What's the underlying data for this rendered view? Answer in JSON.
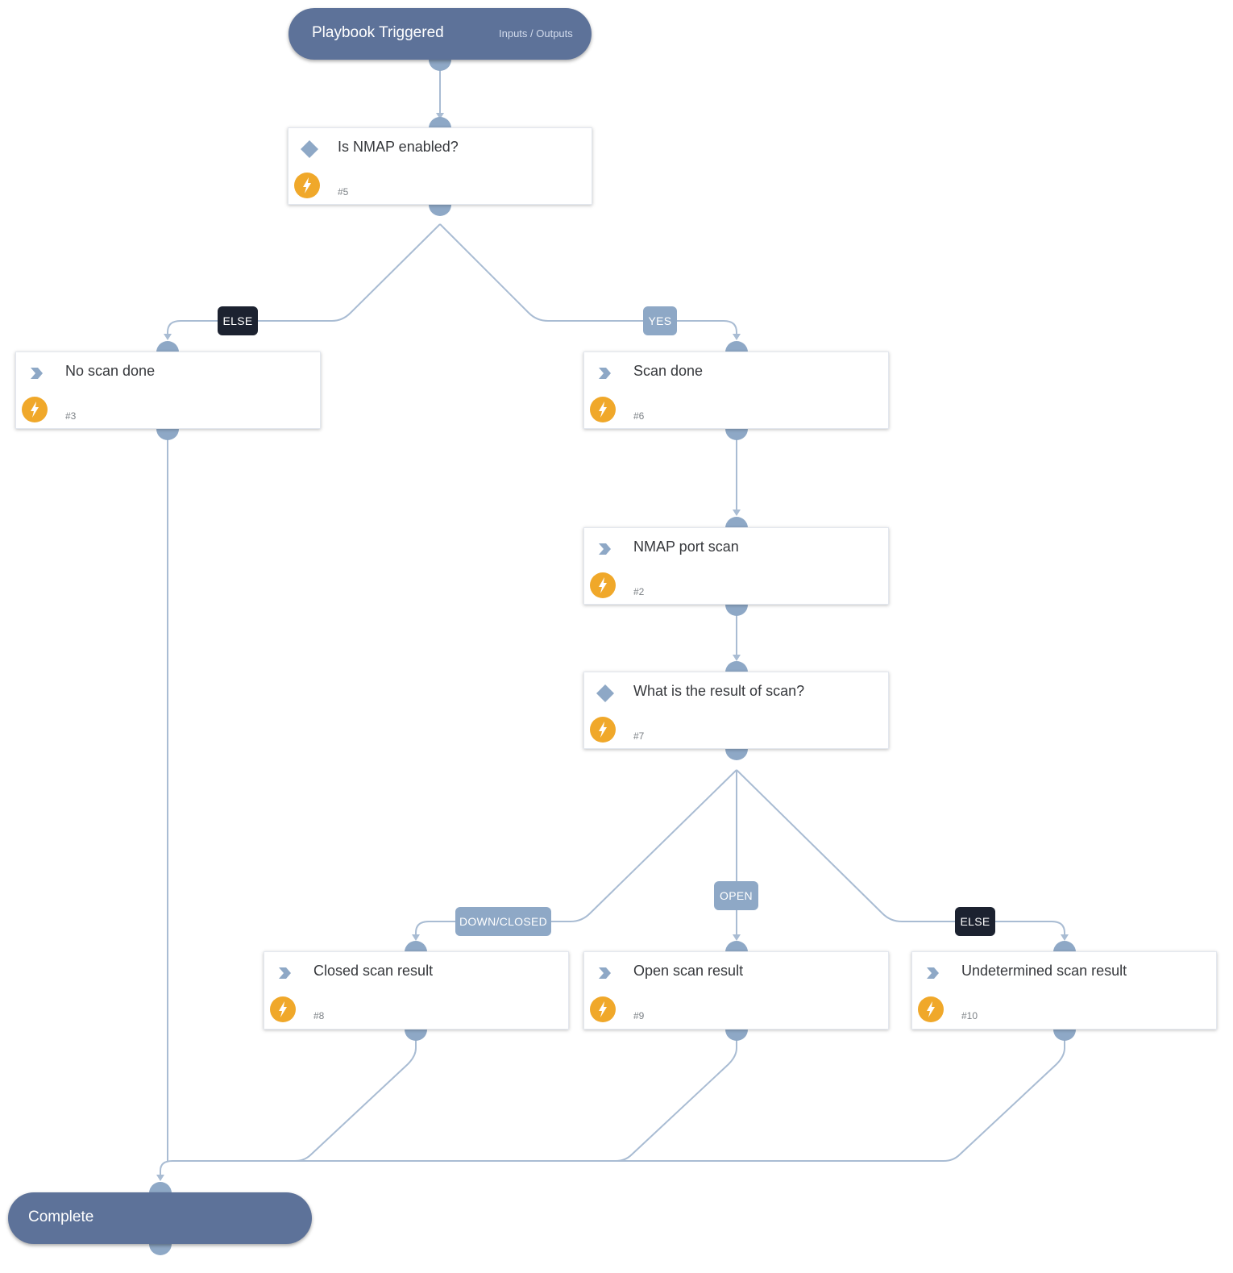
{
  "start": {
    "title": "Playbook Triggered",
    "io_label": "Inputs / Outputs"
  },
  "end": {
    "title": "Complete"
  },
  "tasks": {
    "t5": {
      "name": "Is NMAP enabled?",
      "num": "#5",
      "type": "condition",
      "type_icon": "diamond-icon",
      "status_icon": "lightning-icon"
    },
    "t3": {
      "name": "No scan done",
      "num": "#3",
      "type": "regular",
      "type_icon": "chevron-right-icon",
      "status_icon": "lightning-icon"
    },
    "t6": {
      "name": "Scan done",
      "num": "#6",
      "type": "regular",
      "type_icon": "chevron-right-icon",
      "status_icon": "lightning-icon"
    },
    "t2": {
      "name": "NMAP port scan",
      "num": "#2",
      "type": "regular",
      "type_icon": "chevron-right-icon",
      "status_icon": "lightning-icon"
    },
    "t7": {
      "name": "What is the result of scan?",
      "num": "#7",
      "type": "condition",
      "type_icon": "diamond-icon",
      "status_icon": "lightning-icon"
    },
    "t8": {
      "name": "Closed scan result",
      "num": "#8",
      "type": "regular",
      "type_icon": "chevron-right-icon",
      "status_icon": "lightning-icon"
    },
    "t9": {
      "name": "Open scan result",
      "num": "#9",
      "type": "regular",
      "type_icon": "chevron-right-icon",
      "status_icon": "lightning-icon"
    },
    "t10": {
      "name": "Undetermined scan result",
      "num": "#10",
      "type": "regular",
      "type_icon": "chevron-right-icon",
      "status_icon": "lightning-icon"
    }
  },
  "edge_labels": {
    "else1": "ELSE",
    "yes": "YES",
    "down_closed": "DOWN/CLOSED",
    "open": "OPEN",
    "else2": "ELSE"
  },
  "colors": {
    "terminal": "#5d7299",
    "connector": "#8ea8c6",
    "line": "#a9bcd3",
    "bolt": "#f0a82a",
    "else_label": "#1c2230",
    "branch_label": "#8ea8c6"
  }
}
